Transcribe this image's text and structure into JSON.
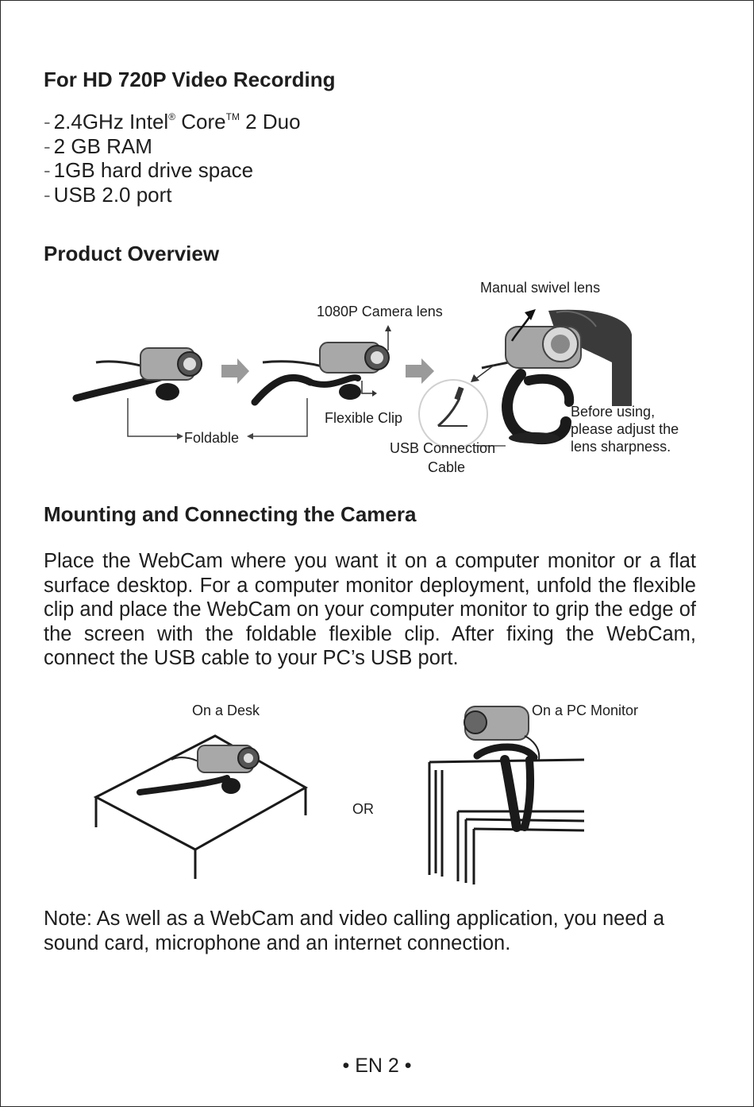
{
  "requirements": {
    "heading": "For HD 720P Video Recording",
    "items": [
      {
        "text": "2.4GHz Intel",
        "sup1": "®",
        "text2": " Core",
        "sup2": "TM",
        "text3": " 2 Duo"
      },
      {
        "text": "2 GB RAM"
      },
      {
        "text": "1GB hard drive space"
      },
      {
        "text": "USB 2.0 port"
      }
    ]
  },
  "overview": {
    "heading": "Product Overview",
    "labels": {
      "swivel": "Manual swivel lens",
      "lens": "1080P Camera lens",
      "clip": "Flexible Clip",
      "foldable": "Foldable",
      "usb_line1": "USB Connection",
      "usb_line2": "Cable",
      "before_line1": "Before using,",
      "before_line2": "please adjust the",
      "before_line3": "lens sharpness."
    }
  },
  "mounting": {
    "heading": "Mounting and Connecting the Camera",
    "paragraph": "Place the WebCam where you want it on a computer monitor or a flat surface desktop. For a computer monitor deployment, unfold the flexible clip and place the WebCam on your computer monitor to grip the edge of the screen with the foldable flexible clip. After fixing the WebCam, connect the USB cable to your PC’s USB port.",
    "desk_label": "On a Desk",
    "or_label": "OR",
    "monitor_label": "On a PC Monitor"
  },
  "note": "Note: As well as a WebCam and video calling application, you need a sound card, microphone and an internet connection.",
  "footer": "• EN 2 •"
}
